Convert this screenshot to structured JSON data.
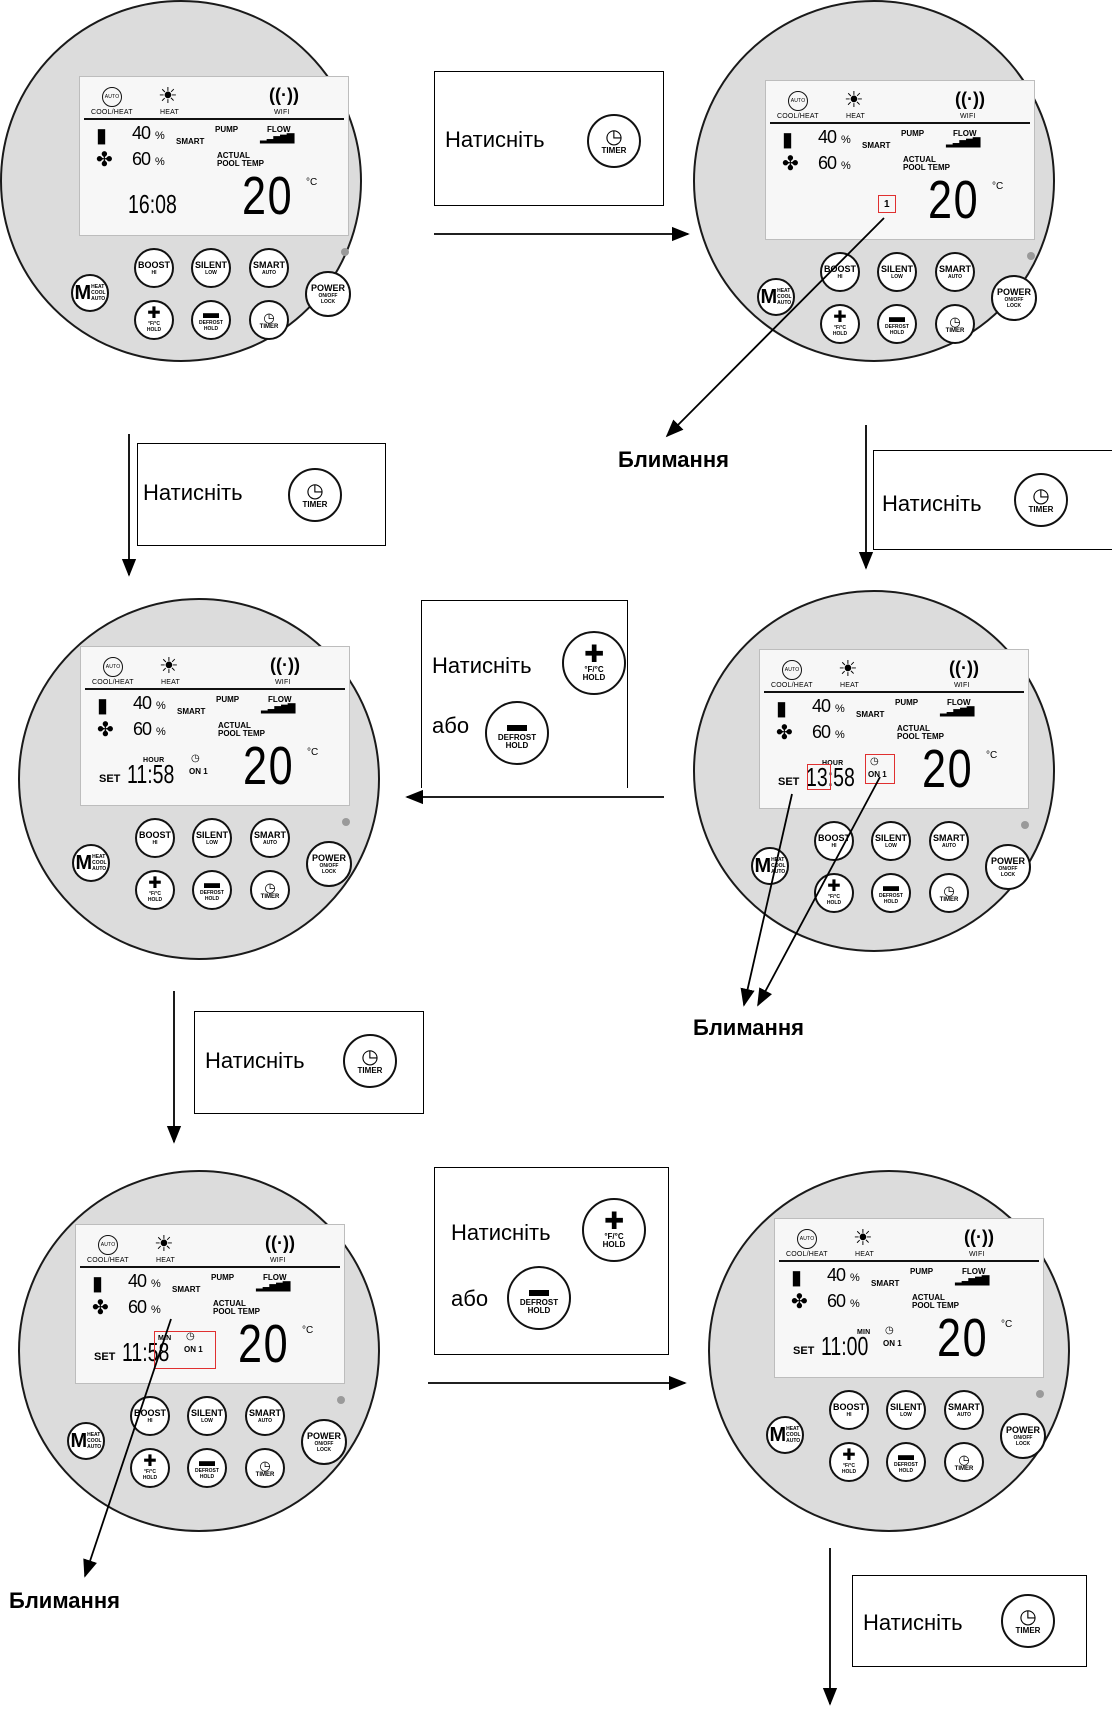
{
  "lcd": {
    "cool_heat": "COOL/HEAT",
    "heat": "HEAT",
    "wifi": "WIFI",
    "auto_icon": "AUTO",
    "pump": "PUMP",
    "flow": "FLOW",
    "smart": "SMART",
    "actual": "ACTUAL",
    "pool_temp": "POOL TEMP",
    "pct1": "40",
    "pct2": "60",
    "percent": "%",
    "temp": "20",
    "unit": "°C",
    "set": "SET",
    "hour": "HOUR",
    "min": "MIN",
    "on1": "ON 1"
  },
  "buttons": {
    "boost": "BOOST",
    "boost_sub": "HI",
    "silent": "SILENT",
    "silent_sub": "LOW",
    "smart": "SMART",
    "smart_sub": "AUTO",
    "power": "POWER",
    "power_sub1": "ON/OFF",
    "power_sub2": "LOCK",
    "plus_sub1": "°F/°C",
    "plus_sub2": "HOLD",
    "minus_sub1": "DEFROST",
    "minus_sub2": "HOLD",
    "timer": "TIMER",
    "mode_m": "M",
    "mode_1": "HEAT",
    "mode_2": "COOL",
    "mode_3": "AUTO"
  },
  "screens": [
    {
      "clock": "16:08",
      "mode": "clock"
    },
    {
      "clock": "1",
      "mode": "number"
    },
    {
      "clock": "11:58",
      "mode": "set-hour"
    },
    {
      "clock": "13:58",
      "mode": "set-hour"
    },
    {
      "clock": "11:58",
      "mode": "set-min"
    },
    {
      "clock": "11:00",
      "mode": "set-min"
    }
  ],
  "instructions": {
    "press": "Натисніть",
    "or": "або",
    "blinking": "Блимання"
  }
}
